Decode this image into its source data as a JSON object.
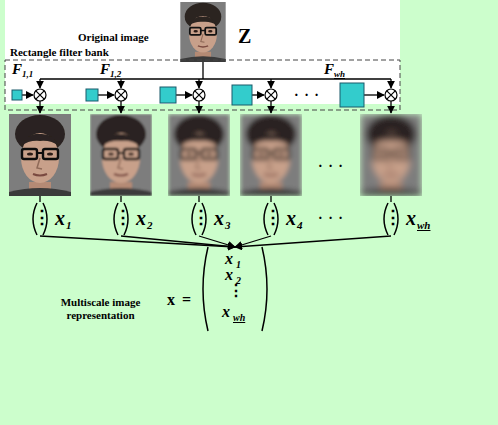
{
  "diagram": {
    "nodes": [
      {
        "text": [
          "⋮",
          "x",
          "1"
        ]
      },
      {
        "text": [
          "⋮",
          "x",
          "2"
        ]
      },
      {
        "text": [
          "⋮",
          "x",
          "3"
        ]
      },
      {
        "text": [
          "⋮",
          "x",
          "4"
        ]
      },
      {
        "text": [
          "⋮",
          "x",
          "wh"
        ]
      },
      {
        "text": [
          "x",
          "1",
          "x",
          "2",
          "⋮",
          "x",
          "wh"
        ]
      }
    ],
    "edges": [
      {
        "from": 0,
        "to": 5,
        "arrow": "to"
      },
      {
        "from": 1,
        "to": 5,
        "arrow": "to"
      },
      {
        "from": 2,
        "to": 5,
        "arrow": "to"
      },
      {
        "from": 3,
        "to": 5,
        "arrow": "to"
      },
      {
        "from": 4,
        "to": 5,
        "arrow": "to"
      }
    ],
    "labels": [
      "Original image",
      "Z",
      "Rectangle filter bank",
      "F",
      "1,1",
      "F",
      "1,2",
      "F",
      "wh",
      "· · ·",
      "· · ·",
      "· · ·",
      "Multiscale image representation",
      "x",
      "="
    ]
  }
}
